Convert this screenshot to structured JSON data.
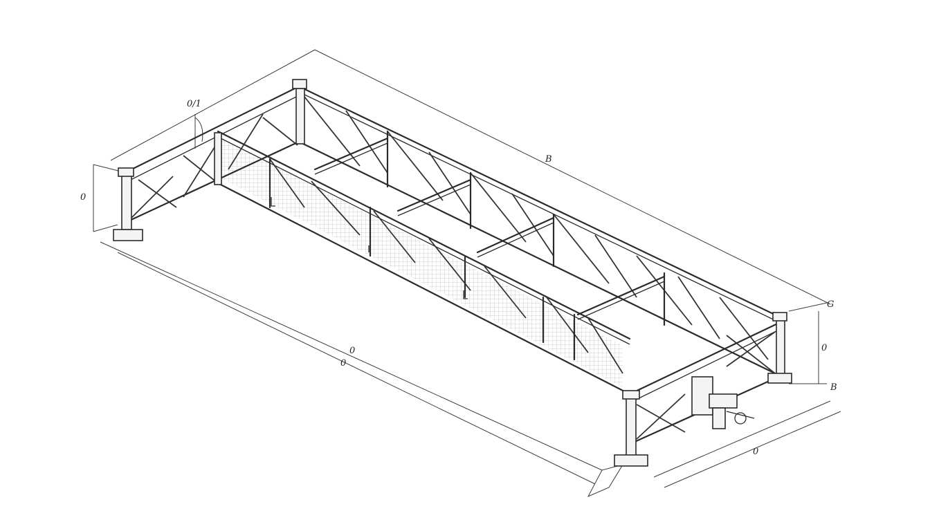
{
  "drawing": {
    "type": "isometric truss gantry line drawing",
    "background": "#ffffff",
    "line_color": "#2a2a2a"
  },
  "labels": {
    "top_left_mark": "0/1",
    "left_height": "0",
    "top_length": "B",
    "right_top": "G",
    "right_height": "0",
    "right_bottom": "B",
    "bottom_length_upper": "0",
    "bottom_length_lower": "0",
    "right_width": "0"
  }
}
